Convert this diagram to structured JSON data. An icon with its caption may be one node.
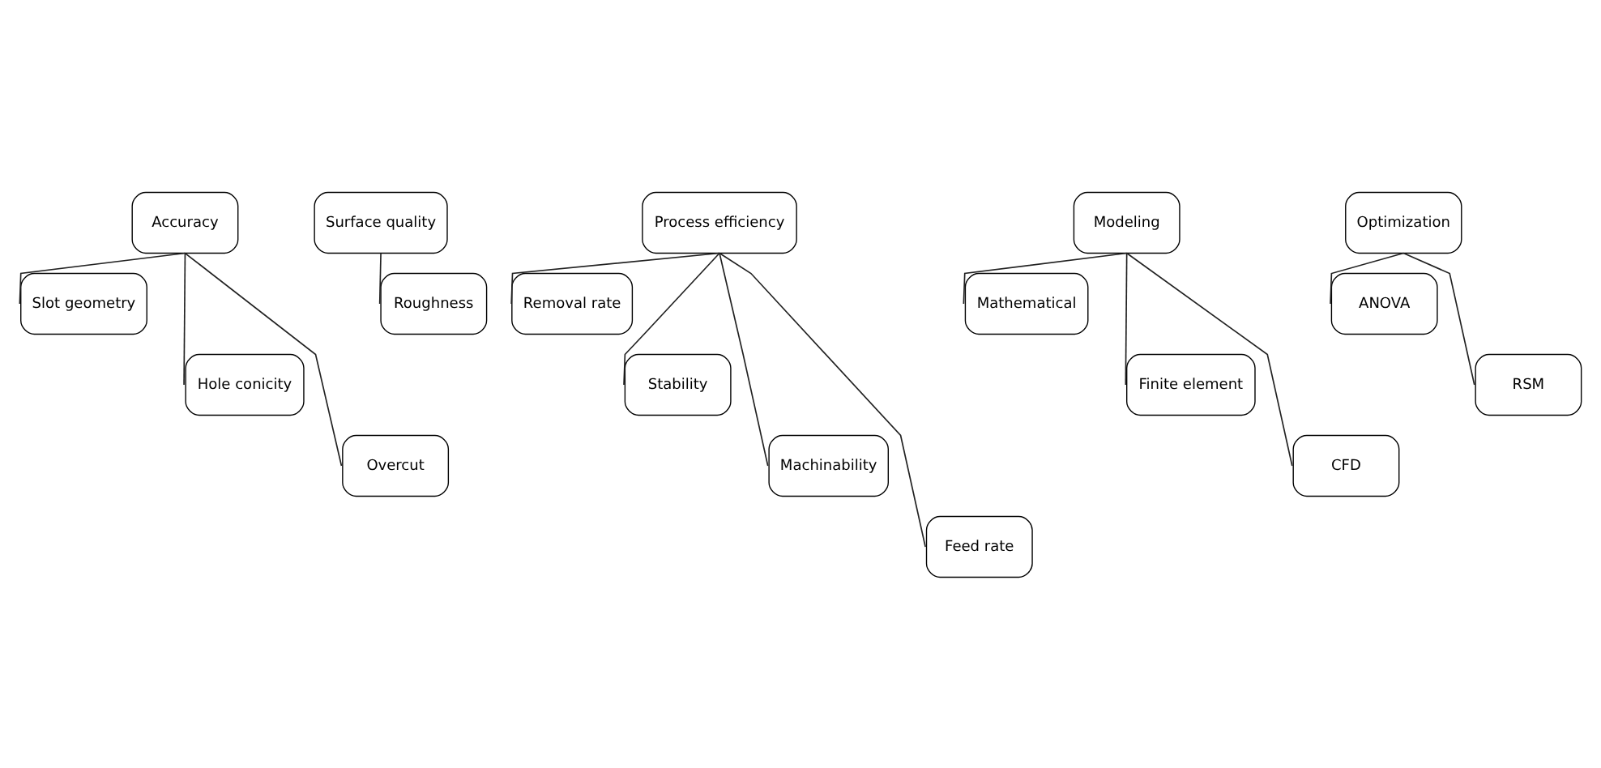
{
  "diagram": {
    "nodes": [
      {
        "text": [
          "Accuracy"
        ]
      },
      {
        "text": [
          "Slot geometry"
        ]
      },
      {
        "text": [
          "Hole conicity"
        ]
      },
      {
        "text": [
          "Overcut"
        ]
      },
      {
        "text": [
          "Surface quality"
        ]
      },
      {
        "text": [
          "Roughness"
        ]
      },
      {
        "text": [
          "Process efficiency"
        ]
      },
      {
        "text": [
          "Removal rate"
        ]
      },
      {
        "text": [
          "Stability"
        ]
      },
      {
        "text": [
          "Machinability"
        ]
      },
      {
        "text": [
          "Feed rate"
        ]
      },
      {
        "text": [
          "Modeling"
        ]
      },
      {
        "text": [
          "Mathematical"
        ]
      },
      {
        "text": [
          "Finite element"
        ]
      },
      {
        "text": [
          "CFD"
        ]
      },
      {
        "text": [
          "Optimization"
        ]
      },
      {
        "text": [
          "ANOVA"
        ]
      },
      {
        "text": [
          "RSM"
        ]
      }
    ],
    "edges": [
      {
        "from": 0,
        "to": 1,
        "arrow": "none"
      },
      {
        "from": 0,
        "to": 2,
        "arrow": "none"
      },
      {
        "from": 0,
        "to": 3,
        "arrow": "none"
      },
      {
        "from": 4,
        "to": 5,
        "arrow": "none"
      },
      {
        "from": 6,
        "to": 7,
        "arrow": "none"
      },
      {
        "from": 6,
        "to": 8,
        "arrow": "none"
      },
      {
        "from": 6,
        "to": 9,
        "arrow": "none"
      },
      {
        "from": 6,
        "to": 10,
        "arrow": "none"
      },
      {
        "from": 11,
        "to": 12,
        "arrow": "none"
      },
      {
        "from": 11,
        "to": 13,
        "arrow": "none"
      },
      {
        "from": 11,
        "to": 14,
        "arrow": "none"
      },
      {
        "from": 15,
        "to": 16,
        "arrow": "none"
      },
      {
        "from": 15,
        "to": 17,
        "arrow": "none"
      }
    ]
  }
}
